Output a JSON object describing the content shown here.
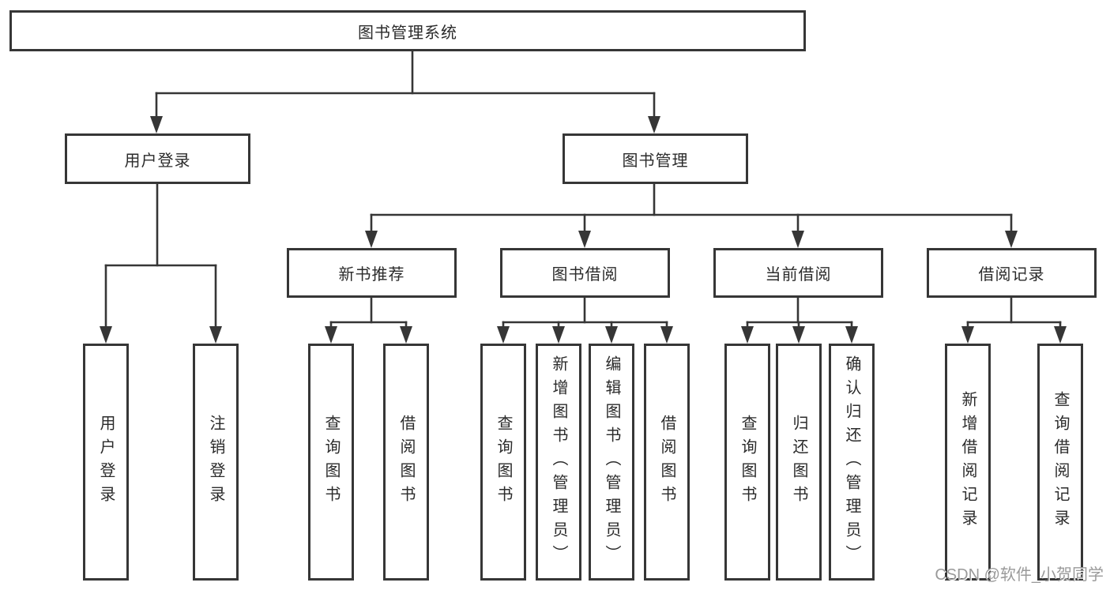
{
  "colors": {
    "line": "#363636",
    "box_border": "#363636",
    "text": "#2b2b2b",
    "background": "#ffffff",
    "watermark": "#9a9a9a"
  },
  "watermark": {
    "text": "CSDN @软件_小贺同学"
  },
  "nodes": {
    "system": {
      "label": "图书管理系统"
    },
    "user_login": {
      "label": "用户登录"
    },
    "book_management": {
      "label": "图书管理"
    },
    "new_book_recommend": {
      "label": "新书推荐"
    },
    "book_borrow": {
      "label": "图书借阅"
    },
    "current_borrow": {
      "label": "当前借阅"
    },
    "borrow_records": {
      "label": "借阅记录"
    },
    "leaf_user_login": {
      "label": "用户登录"
    },
    "leaf_logout": {
      "label": "注销登录"
    },
    "leaf_query_book_recommend": {
      "label": "查询图书"
    },
    "leaf_borrow_book_recommend": {
      "label": "借阅图书"
    },
    "leaf_query_book_borrow": {
      "label": "查询图书"
    },
    "leaf_add_book_admin": {
      "label": "新增图书（管理员）"
    },
    "leaf_edit_book_admin": {
      "label": "编辑图书（管理员）"
    },
    "leaf_borrow_book_borrow": {
      "label": "借阅图书"
    },
    "leaf_query_book_current": {
      "label": "查询图书"
    },
    "leaf_return_book": {
      "label": "归还图书"
    },
    "leaf_confirm_return_admin": {
      "label": "确认归还（管理员）"
    },
    "leaf_add_borrow_record": {
      "label": "新增借阅记录"
    },
    "leaf_query_borrow_record": {
      "label": "查询借阅记录"
    }
  }
}
